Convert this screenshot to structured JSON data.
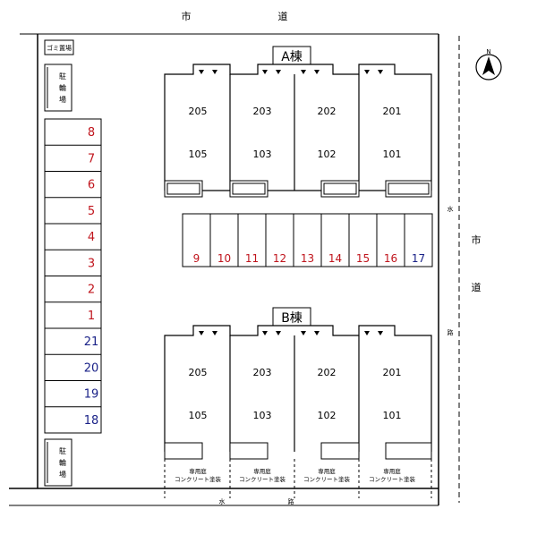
{
  "roads": {
    "top_road": "市　　道",
    "top_road_left": "市",
    "top_road_right": "道",
    "right_road_1": "市",
    "right_road_2": "道",
    "waterway_right_1": "水",
    "waterway_right_2": "路",
    "waterway_bottom_1": "水",
    "waterway_bottom_2": "路"
  },
  "compass": {
    "label": "N"
  },
  "facilities": {
    "garbage": "ゴミ置場",
    "bike_top": [
      "駐",
      "輪",
      "場"
    ],
    "bike_bottom": [
      "駐",
      "輪",
      "場"
    ]
  },
  "buildings": [
    {
      "name": "A棟",
      "upper": [
        "205",
        "203",
        "202",
        "201"
      ],
      "lower": [
        "105",
        "103",
        "102",
        "101"
      ]
    },
    {
      "name": "B棟",
      "upper": [
        "205",
        "203",
        "202",
        "201"
      ],
      "lower": [
        "105",
        "103",
        "102",
        "101"
      ]
    }
  ],
  "garden_label": {
    "line1": "専用庭",
    "line2": "コンクリート塗装"
  },
  "parking_left": [
    {
      "num": "8",
      "color": "#c0141c"
    },
    {
      "num": "7",
      "color": "#c0141c"
    },
    {
      "num": "6",
      "color": "#c0141c"
    },
    {
      "num": "5",
      "color": "#c0141c"
    },
    {
      "num": "4",
      "color": "#c0141c"
    },
    {
      "num": "3",
      "color": "#c0141c"
    },
    {
      "num": "2",
      "color": "#c0141c"
    },
    {
      "num": "1",
      "color": "#c0141c"
    },
    {
      "num": "21",
      "color": "#1a2288"
    },
    {
      "num": "20",
      "color": "#1a2288"
    },
    {
      "num": "19",
      "color": "#1a2288"
    },
    {
      "num": "18",
      "color": "#1a2288"
    }
  ],
  "parking_middle": [
    {
      "num": "9",
      "color": "#c0141c"
    },
    {
      "num": "10",
      "color": "#c0141c"
    },
    {
      "num": "11",
      "color": "#c0141c"
    },
    {
      "num": "12",
      "color": "#c0141c"
    },
    {
      "num": "13",
      "color": "#c0141c"
    },
    {
      "num": "14",
      "color": "#c0141c"
    },
    {
      "num": "15",
      "color": "#c0141c"
    },
    {
      "num": "16",
      "color": "#c0141c"
    },
    {
      "num": "17",
      "color": "#1a2288"
    }
  ]
}
